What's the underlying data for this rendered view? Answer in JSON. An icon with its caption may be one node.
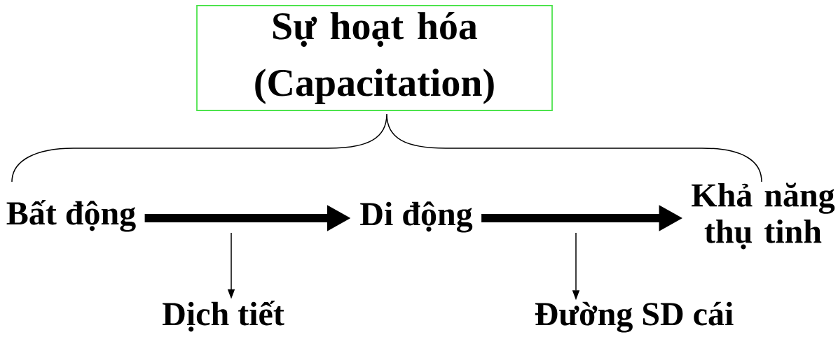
{
  "diagram": {
    "nodes": [
      {
        "text": [
          "Sự hoạt hóa (Capacitation)"
        ]
      },
      {
        "text": [
          "Bất động"
        ]
      },
      {
        "text": [
          "Di động"
        ]
      },
      {
        "text": [
          "Khả năng thụ tinh"
        ]
      },
      {
        "text": [
          "Dịch tiết"
        ]
      },
      {
        "text": [
          "Đường SD cái"
        ]
      }
    ],
    "edges": [
      {
        "from": 1,
        "to": 2,
        "arrow": "to",
        "style": "thick"
      },
      {
        "from": 2,
        "to": 3,
        "arrow": "to",
        "style": "thick"
      },
      {
        "from": null,
        "to": 4,
        "arrow": "to"
      },
      {
        "from": null,
        "to": 5,
        "arrow": "to"
      }
    ]
  }
}
